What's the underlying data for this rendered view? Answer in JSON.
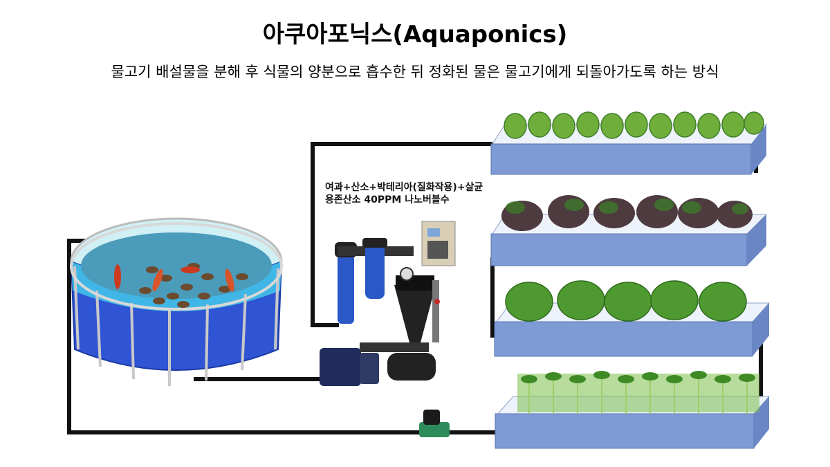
{
  "title": "아쿠아포닉스(Aquaponics)",
  "subtitle": "물고기 배설물을 분해 후 식물의 양분으로 흡수한 뒤 정화된 물은 물고기에게 되돌아가도록 하는 방식",
  "annotation": {
    "line1": "여과+산소+박테리아(질화작용)+살균",
    "line2": "용존산소 40PPM 나노버블수"
  },
  "colors": {
    "pipe": "#111111",
    "tank_blue": "#2f55d4",
    "tank_water": "#3fb6e6",
    "fish_brown": "#6b4a2e",
    "tray_side": "#7f9bd6",
    "tray_top": "#eef2fa",
    "leaf_dark": "#3e7d2a",
    "leaf_light": "#6fae3a",
    "purple_leaf": "#4d3b3f",
    "pump_navy": "#1f2c5c",
    "filter_black": "#222222",
    "panel_beige": "#d8cfb6"
  },
  "icons": [
    "fish-tank-icon",
    "water-pump-icon",
    "filter-icon",
    "hydrocyclone-icon",
    "oxygen-generator-icon",
    "circulation-pump-icon",
    "plant-icon"
  ]
}
